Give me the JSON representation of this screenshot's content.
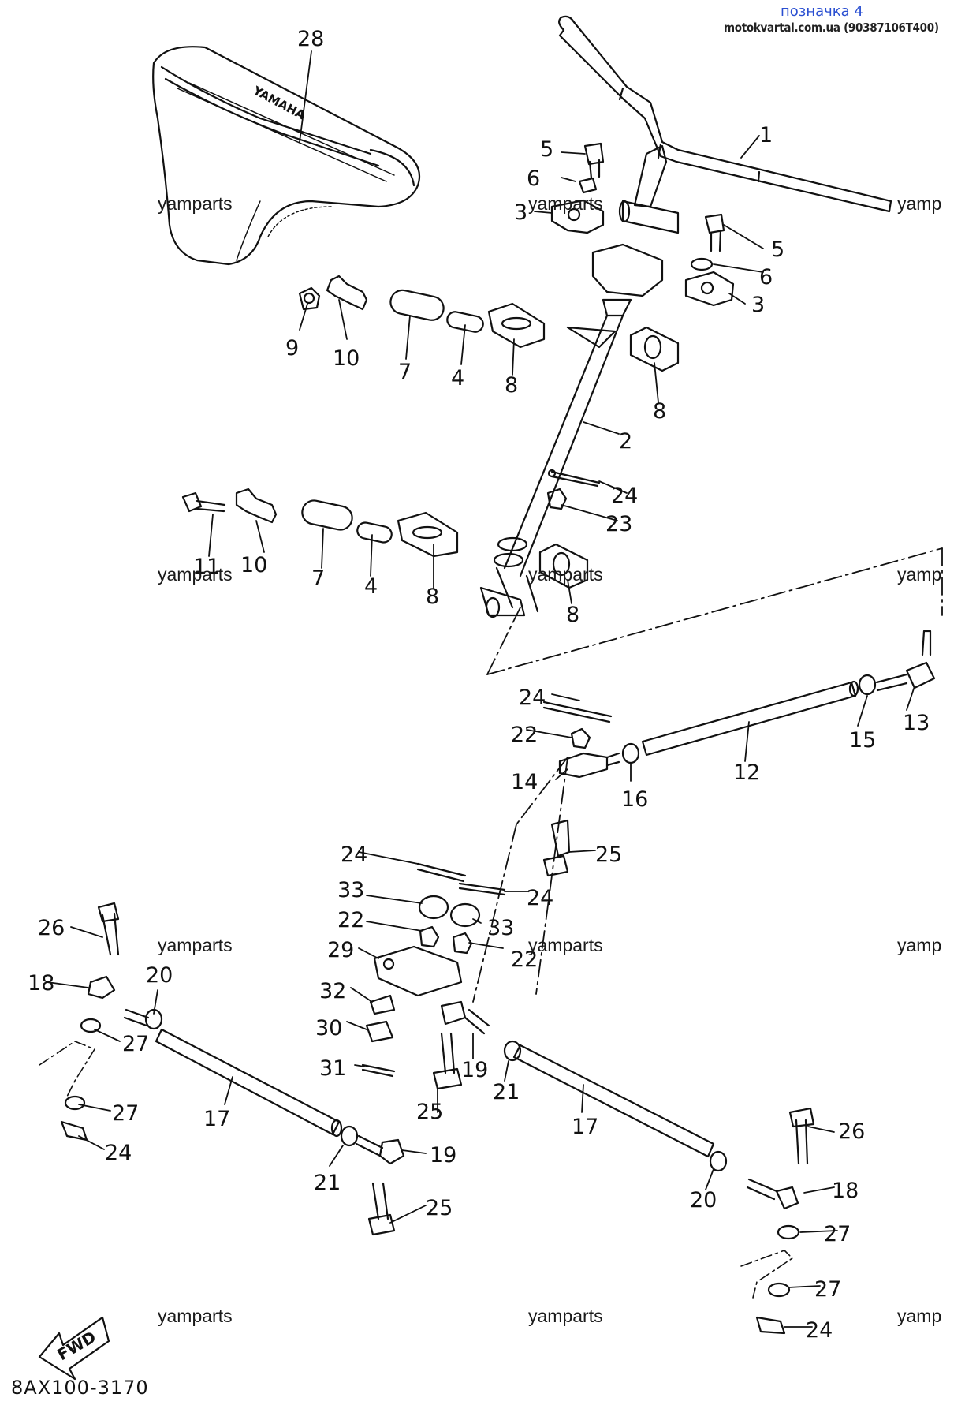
{
  "header": {
    "title": "позначка 4",
    "source": "motokvartal.com.ua (90387106T400)"
  },
  "diagram_code": "8AX100-3170",
  "fwd_label": "FWD",
  "seat_logo": "YAMAHA",
  "watermark_text": "yamparts",
  "watermark_clipped_text": "yamp",
  "callouts": {
    "c1": "1",
    "c2": "2",
    "c3a": "3",
    "c3b": "3",
    "c4a": "4",
    "c4b": "4",
    "c5a": "5",
    "c5b": "5",
    "c6a": "6",
    "c6b": "6",
    "c7a": "7",
    "c7b": "7",
    "c8a": "8",
    "c8b": "8",
    "c8c": "8",
    "c8d": "8",
    "c9": "9",
    "c10a": "10",
    "c10b": "10",
    "c11": "11",
    "c12": "12",
    "c13": "13",
    "c14": "14",
    "c15": "15",
    "c16": "16",
    "c17a": "17",
    "c17b": "17",
    "c18a": "18",
    "c18b": "18",
    "c19a": "19",
    "c19b": "19",
    "c20a": "20",
    "c20b": "20",
    "c21a": "21",
    "c21b": "21",
    "c22a": "22",
    "c22b": "22",
    "c22c": "22",
    "c23": "23",
    "c24a": "24",
    "c24b": "24",
    "c24c": "24",
    "c24d": "24",
    "c24e": "24",
    "c24f": "24",
    "c25a": "25",
    "c25b": "25",
    "c25c": "25",
    "c26a": "26",
    "c26b": "26",
    "c27a": "27",
    "c27b": "27",
    "c27c": "27",
    "c27d": "27",
    "c28": "28",
    "c29": "29",
    "c30": "30",
    "c31": "31",
    "c32": "32",
    "c33a": "33",
    "c33b": "33"
  },
  "colors": {
    "header_link": "#2a4fd1",
    "ink": "#111111"
  }
}
